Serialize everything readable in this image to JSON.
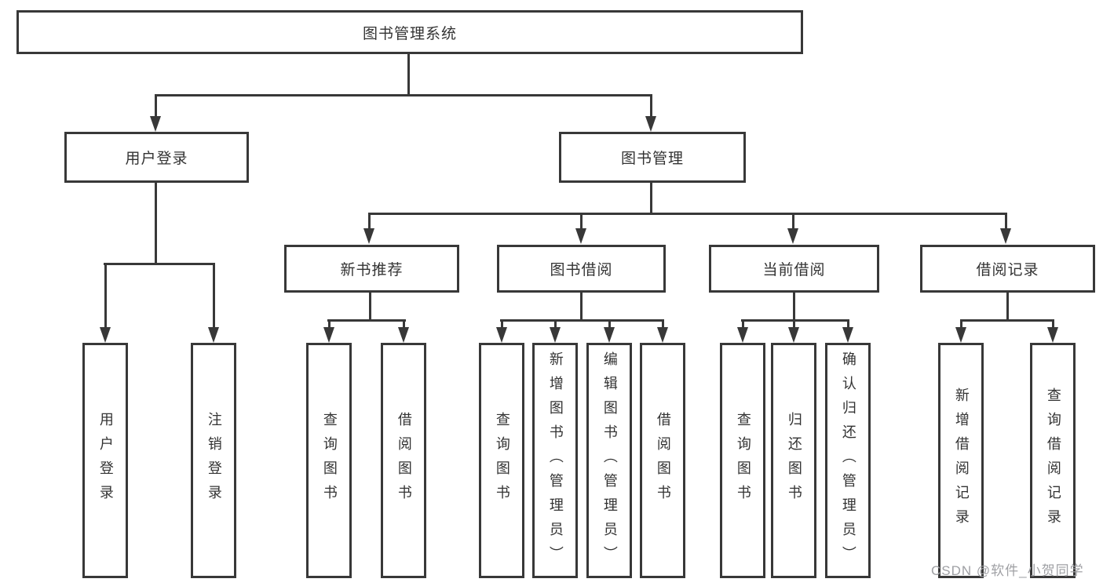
{
  "tree": {
    "label": "图书管理系统",
    "children": [
      {
        "label": "用户登录",
        "children": [
          {
            "label": "用户登录"
          },
          {
            "label": "注销登录"
          }
        ]
      },
      {
        "label": "图书管理",
        "children": [
          {
            "label": "新书推荐",
            "children": [
              {
                "label": "查询图书"
              },
              {
                "label": "借阅图书"
              }
            ]
          },
          {
            "label": "图书借阅",
            "children": [
              {
                "label": "查询图书"
              },
              {
                "label": "新增图书（管理员）"
              },
              {
                "label": "编辑图书（管理员）"
              },
              {
                "label": "借阅图书"
              }
            ]
          },
          {
            "label": "当前借阅",
            "children": [
              {
                "label": "查询图书"
              },
              {
                "label": "归还图书"
              },
              {
                "label": "确认归还（管理员）"
              }
            ]
          },
          {
            "label": "借阅记录",
            "children": [
              {
                "label": "新增借阅记录"
              },
              {
                "label": "查询借阅记录"
              }
            ]
          }
        ]
      }
    ]
  },
  "watermark": "CSDN @软件_小贺同学",
  "colors": {
    "line": "#383838",
    "text": "#333333",
    "watermark": "#9fa0a4"
  }
}
